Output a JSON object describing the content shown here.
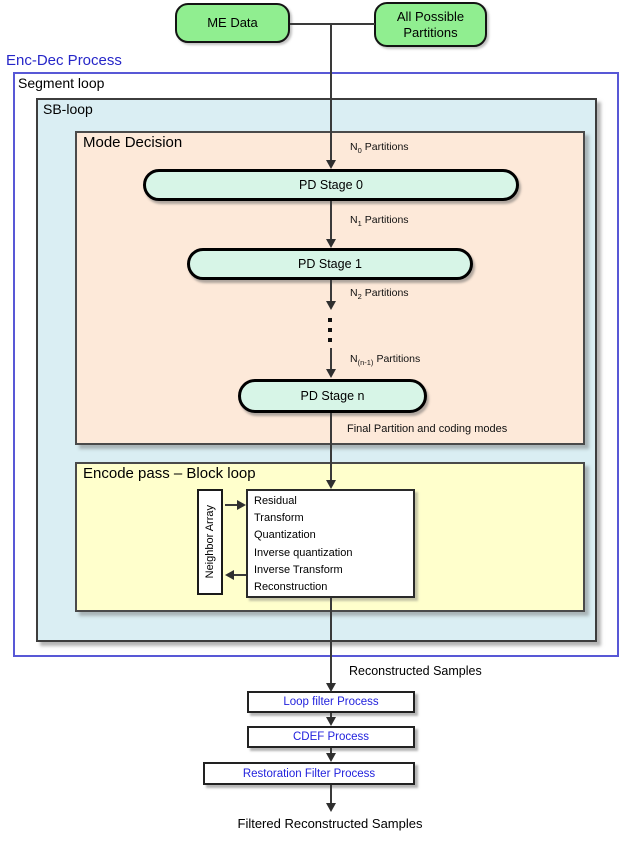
{
  "colors": {
    "source_green": "#90ee90",
    "pd_stage_mint": "#d7f5e7",
    "sb_loop_fill": "#daeef3",
    "mode_decision_fill": "#fde9d9",
    "encode_pass_fill": "#ffffcc",
    "encdec_border_blue": "#5858d6",
    "process_text_blue": "#2222dd",
    "flow_line": "#3a3a3a"
  },
  "sources": {
    "me_data": "ME Data",
    "all_possible": {
      "line1": "All Possible",
      "line2": "Partitions"
    }
  },
  "process": {
    "title": "Enc-Dec Process"
  },
  "segment_loop": {
    "label": "Segment loop"
  },
  "sb_loop": {
    "label": "SB-loop"
  },
  "mode_decision": {
    "label": "Mode Decision",
    "stage0": "PD Stage 0",
    "stage1": "PD Stage 1",
    "stage_n": "PD Stage n",
    "n0": {
      "base": "N",
      "sub": "0",
      "rest": "Partitions"
    },
    "n1": {
      "base": "N",
      "sub": "1",
      "rest": "Partitions"
    },
    "n2": {
      "base": "N",
      "sub": "2",
      "rest": "Partitions"
    },
    "nn1": {
      "base": "N",
      "sub": "(n-1)",
      "rest": "Partitions"
    },
    "final_label": "Final Partition and coding modes"
  },
  "encode_pass": {
    "label": "Encode pass – Block loop",
    "neighbor_array": "Neighbor Array",
    "block_steps": [
      "Residual",
      "Transform",
      "Quantization",
      "Inverse quantization",
      "Inverse Transform",
      "Reconstruction"
    ]
  },
  "outputs": {
    "reconstructed": "Reconstructed Samples",
    "loop_filter": "Loop filter Process",
    "cdef": "CDEF Process",
    "restoration": "Restoration Filter Process",
    "filtered": "Filtered Reconstructed Samples"
  }
}
